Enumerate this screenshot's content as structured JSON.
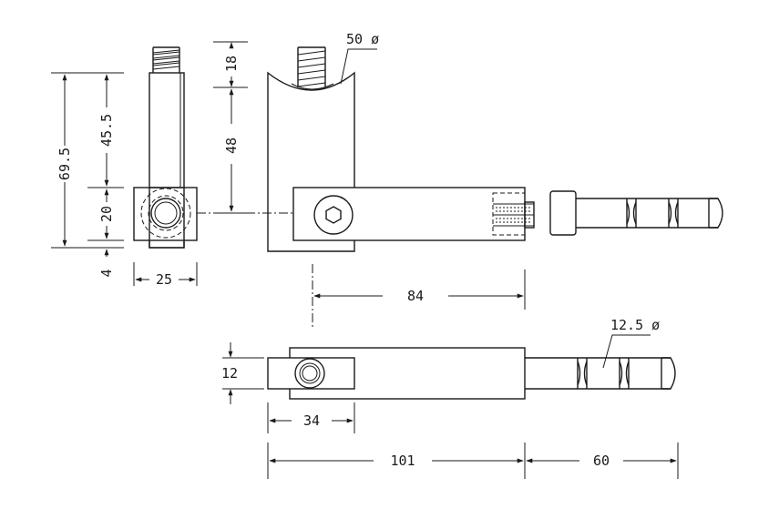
{
  "dimensions": {
    "total_height": "69.5",
    "upper_height": "45.5",
    "block_height": "20",
    "bottom_offset": "4",
    "front_width": "25",
    "thread_length": "18",
    "body_height": "48",
    "tube_diameter": "50 ø",
    "arm_length": "84",
    "pin_diameter": "12.5 ø",
    "thickness": "12",
    "clamp_width": "34",
    "overall_length": "101",
    "pin_length": "60"
  },
  "colors": {
    "line": "#1a1a1a",
    "background": "#ffffff"
  }
}
